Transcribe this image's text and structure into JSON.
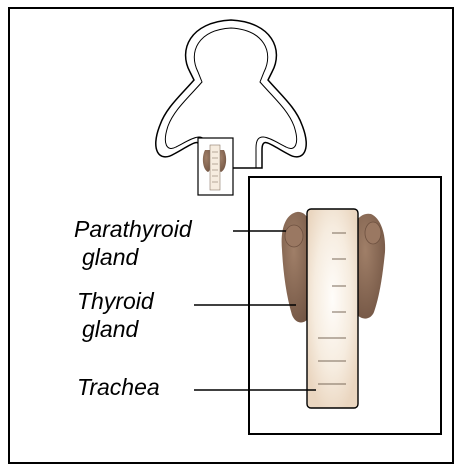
{
  "labels": {
    "parathyroid_line1": "Parathyroid",
    "parathyroid_line2": "gland",
    "thyroid_line1": "Thyroid",
    "thyroid_line2": "gland",
    "trachea": "Trachea"
  },
  "colors": {
    "frame": "#000000",
    "gland": "#8a6a55",
    "gland_dark": "#6e5140",
    "gland_bump": "#a07f68",
    "trachea_fill": "#f3e7d8",
    "trachea_center": "#fbf6ee",
    "line": "#000000"
  }
}
